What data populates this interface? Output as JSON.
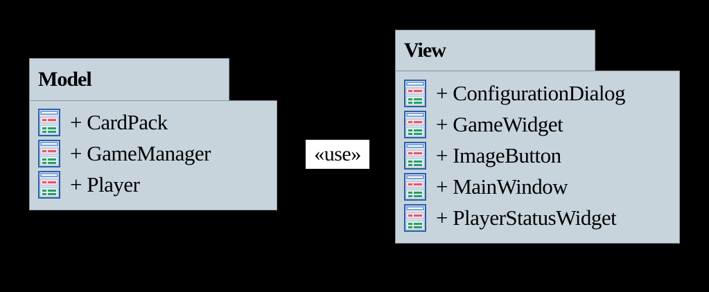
{
  "packages": {
    "model": {
      "title": "Model",
      "items": [
        {
          "label": "+ CardPack",
          "icon": "class-icon"
        },
        {
          "label": "+ GameManager",
          "icon": "class-icon"
        },
        {
          "label": "+ Player",
          "icon": "class-icon"
        }
      ]
    },
    "view": {
      "title": "View",
      "items": [
        {
          "label": "+ ConfigurationDialog",
          "icon": "class-icon"
        },
        {
          "label": "+ GameWidget",
          "icon": "class-icon"
        },
        {
          "label": "+ ImageButton",
          "icon": "class-icon"
        },
        {
          "label": "+ MainWindow",
          "icon": "class-icon"
        },
        {
          "label": "+ PlayerStatusWidget",
          "icon": "class-icon"
        }
      ]
    }
  },
  "dependency": {
    "label": "«use»"
  },
  "colors": {
    "background": "#000000",
    "package_fill": "#c8d4dc",
    "package_border": "#8a969e",
    "icon_frame": "#2a5fa8",
    "icon_red": "#e05a6a",
    "icon_green": "#2f9a6a"
  }
}
